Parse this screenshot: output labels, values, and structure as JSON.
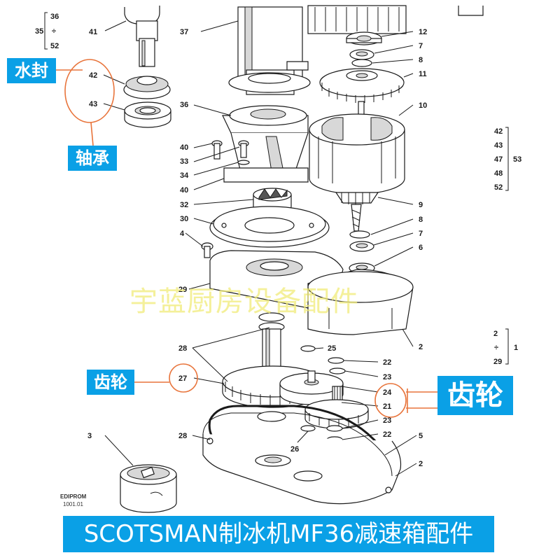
{
  "labels": {
    "water_seal": "水封",
    "bearing": "轴承",
    "gear_left": "齿轮",
    "gear_right": "齿轮"
  },
  "watermark": "宇蓝厨房设备配件",
  "banner": "SCOTSMAN制冰机MF36减速箱配件",
  "logo_text": "EDIPROM",
  "logo_sub": "1001.01",
  "parts": {
    "p35": "35",
    "p36a": "36",
    "plus1": "÷",
    "p52a": "52",
    "p41": "41",
    "p37": "37",
    "p12": "12",
    "p7a": "7",
    "p8a": "8",
    "p11": "11",
    "p42": "42",
    "p43": "43",
    "p10": "10",
    "p36": "36",
    "p40a": "40",
    "p33": "33",
    "p34": "34",
    "p40b": "40",
    "g42": "42",
    "g43": "43",
    "g47": "47",
    "g48": "48",
    "g52": "52",
    "g53": "53",
    "p32": "32",
    "p9": "9",
    "p30": "30",
    "p8b": "8",
    "p4": "4",
    "p7b": "7",
    "p6": "6",
    "p29": "29",
    "p2a": "2",
    "g2": "2",
    "plus2": "÷",
    "g29": "29",
    "g1": "1",
    "p28a": "28",
    "p25": "25",
    "p22a": "22",
    "p23a": "23",
    "p27": "27",
    "p24": "24",
    "p21": "21",
    "p23b": "23",
    "p22b": "22",
    "p3": "3",
    "p28b": "28",
    "p26": "26",
    "p5": "5",
    "p2b": "2"
  },
  "colors": {
    "tag_bg": "#0aa0e6",
    "circle": "#e8743b",
    "watermark": "#f0eb78"
  }
}
